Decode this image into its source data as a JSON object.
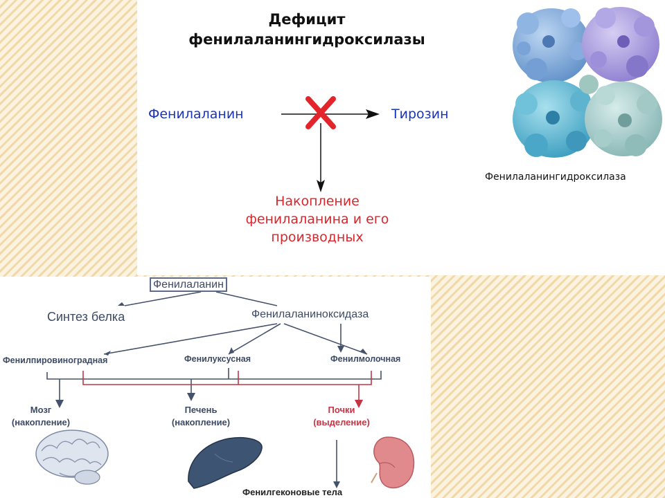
{
  "top": {
    "title_line1": "Дефицит",
    "title_line2": "фенилаланингидроксилазы",
    "substrate": "Фенилаланин",
    "product": "Тирозин",
    "accumulation": [
      "Накопление",
      "фенилаланина и его",
      "производных"
    ],
    "enzyme_caption": "Фенилаланингидроксилаза"
  },
  "scheme": {
    "root": "Фенилаланин",
    "branch_left": "Синтез белка",
    "branch_right": "Фенилаланиноксидаза",
    "metabolites": [
      "Фенилпировиноградная",
      "Фенилуксусная",
      "Фенилмолочная"
    ],
    "organs": [
      {
        "name": "Мозг",
        "note": "(накопление)"
      },
      {
        "name": "Печень",
        "note": "(накопление)"
      },
      {
        "name": "Почки",
        "note": "(выделение)"
      }
    ],
    "bottom_text": "Фенилгеконовые тела"
  },
  "colors": {
    "accent_blue": "#1a34b8",
    "accent_red": "#d8262c",
    "scheme_line": "#45526b",
    "scheme_red": "#c33544",
    "kidney": "#e08a8e",
    "liver": "#3d5473",
    "brain": "#c9d3e4"
  }
}
